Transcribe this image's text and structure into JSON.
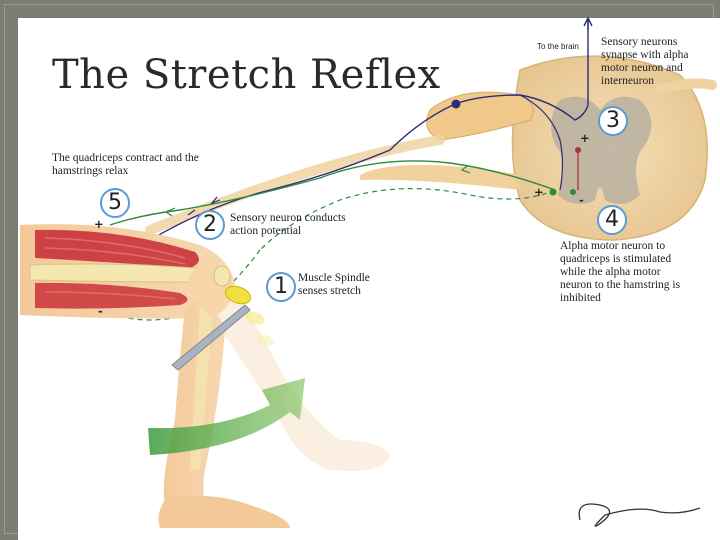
{
  "title": "The Stretch Reflex",
  "labels": {
    "to_brain": "To the brain",
    "synapse": "Sensory neurons synapse with alpha motor neuron and interneuron",
    "quad_contract": "The quadriceps contract and the hamstrings relax",
    "sensory_conducts": "Sensory neuron conducts action potential",
    "spindle": "Muscle Spindle senses stretch",
    "alpha_motor": "Alpha motor neuron to quadriceps is stimulated while the alpha motor neuron to the hamstring is inhibited"
  },
  "steps": [
    "1",
    "2",
    "3",
    "4",
    "5"
  ],
  "signs": {
    "plus": "+",
    "minus": "-"
  },
  "colors": {
    "sensory_neuron": "#2b2d7a",
    "motor_neuron": "#2e8a3a",
    "inhibitory_neuron": "#b03040",
    "step_circle_border": "#5a9bd5",
    "slide_background": "#7a7d72"
  }
}
